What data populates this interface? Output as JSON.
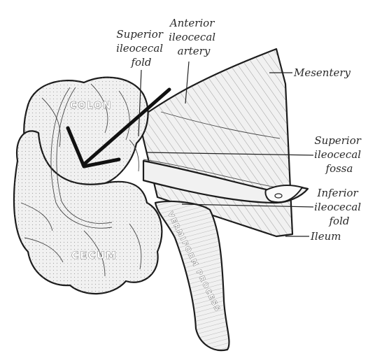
{
  "labels": {
    "superior_ileocecal_fold": [
      "Superior",
      "ileocecal",
      "fold"
    ],
    "anterior_ileocecal_artery": [
      "Anterior",
      "ileocecal",
      "artery"
    ],
    "mesentery": "Mesentery",
    "superior_ileocecal_fossa": [
      "Superior",
      "ileocecal",
      "fossa"
    ],
    "inferior_ileocecal_fold": [
      "Inferior",
      "ileocecal",
      "fold"
    ],
    "ileum": "Ileum",
    "colon": "COLON",
    "cecum": "CECUM",
    "vermiform_process": "VERMIFORM PROCESS"
  },
  "colors": {
    "ink": "#1c1c1c",
    "tissue": "#f1f1f1",
    "arrow": "#111111"
  }
}
